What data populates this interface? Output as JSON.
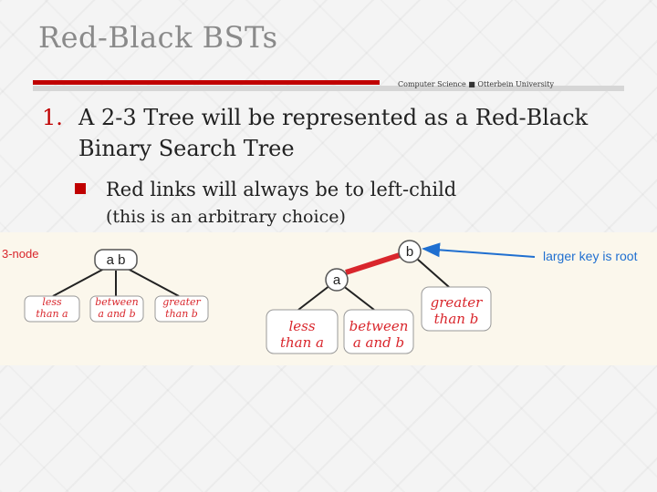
{
  "slide": {
    "title": "Red-Black BSTs",
    "affiliation": "Computer Science ■ Otterbein University",
    "item_number": "1.",
    "item_text": "A 2-3 Tree will be represented as a Red-Black Binary Search Tree",
    "sub_line1": "Red links will always be to left-child",
    "sub_line2": "(this is an arbitrary choice)"
  },
  "diagram": {
    "three_node_label": "3-node",
    "three_node_keys": "a b",
    "left_three": [
      "less",
      "than a"
    ],
    "mid_three": [
      "between",
      "a and b"
    ],
    "right_three": [
      "greater",
      "than b"
    ],
    "root_key": "b",
    "child_key": "a",
    "left_rb": [
      "less",
      "than a"
    ],
    "mid_rb": [
      "between",
      "a and b"
    ],
    "right_rb": [
      "greater",
      "than b"
    ],
    "annotation": "larger key is root"
  },
  "colors": {
    "accent": "#c00000",
    "diagram_blue": "#1f6fd0",
    "red_link": "#d9262c"
  }
}
